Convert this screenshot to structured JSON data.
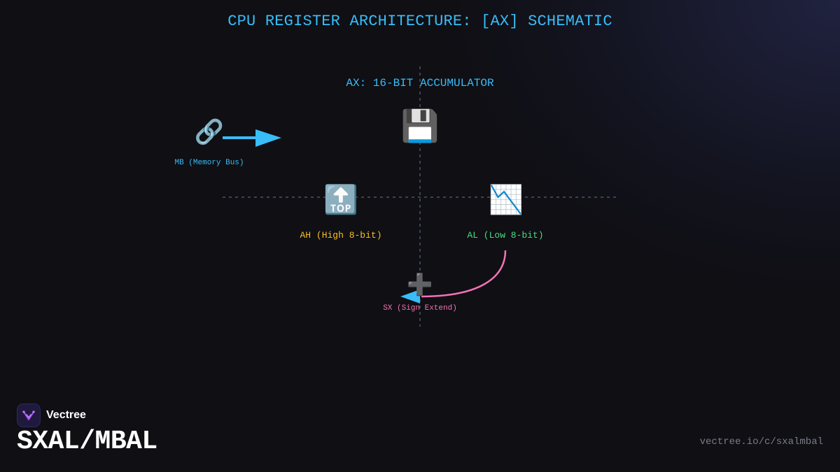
{
  "title": "CPU REGISTER ARCHITECTURE: [AX] SCHEMATIC",
  "nodes": {
    "ax": {
      "label": "AX: 16-BIT ACCUMULATOR",
      "icon": "floppy-disk-icon",
      "glyph": "💾",
      "color": "#38bdf8"
    },
    "mb": {
      "label": "MB (Memory Bus)",
      "icon": "link-icon",
      "glyph": "🔗",
      "color": "#38bdf8"
    },
    "ah": {
      "label": "AH (High 8-bit)",
      "icon": "top-arrow-icon",
      "glyph": "🔝",
      "color": "#fbbf24"
    },
    "al": {
      "label": "AL (Low 8-bit)",
      "icon": "chart-decreasing-icon",
      "glyph": "📉",
      "color": "#4ade80"
    },
    "sx": {
      "label": "SX (Sign Extend)",
      "icon": "plus-icon",
      "glyph": "➕",
      "color": "#f472b6"
    }
  },
  "colors": {
    "accent": "#38bdf8",
    "connector": "#f472b6",
    "guide": "#3a4456"
  },
  "brand": {
    "name": "Vectree",
    "title": "SXAL/MBAL",
    "url": "vectree.io/c/sxalmbal"
  }
}
